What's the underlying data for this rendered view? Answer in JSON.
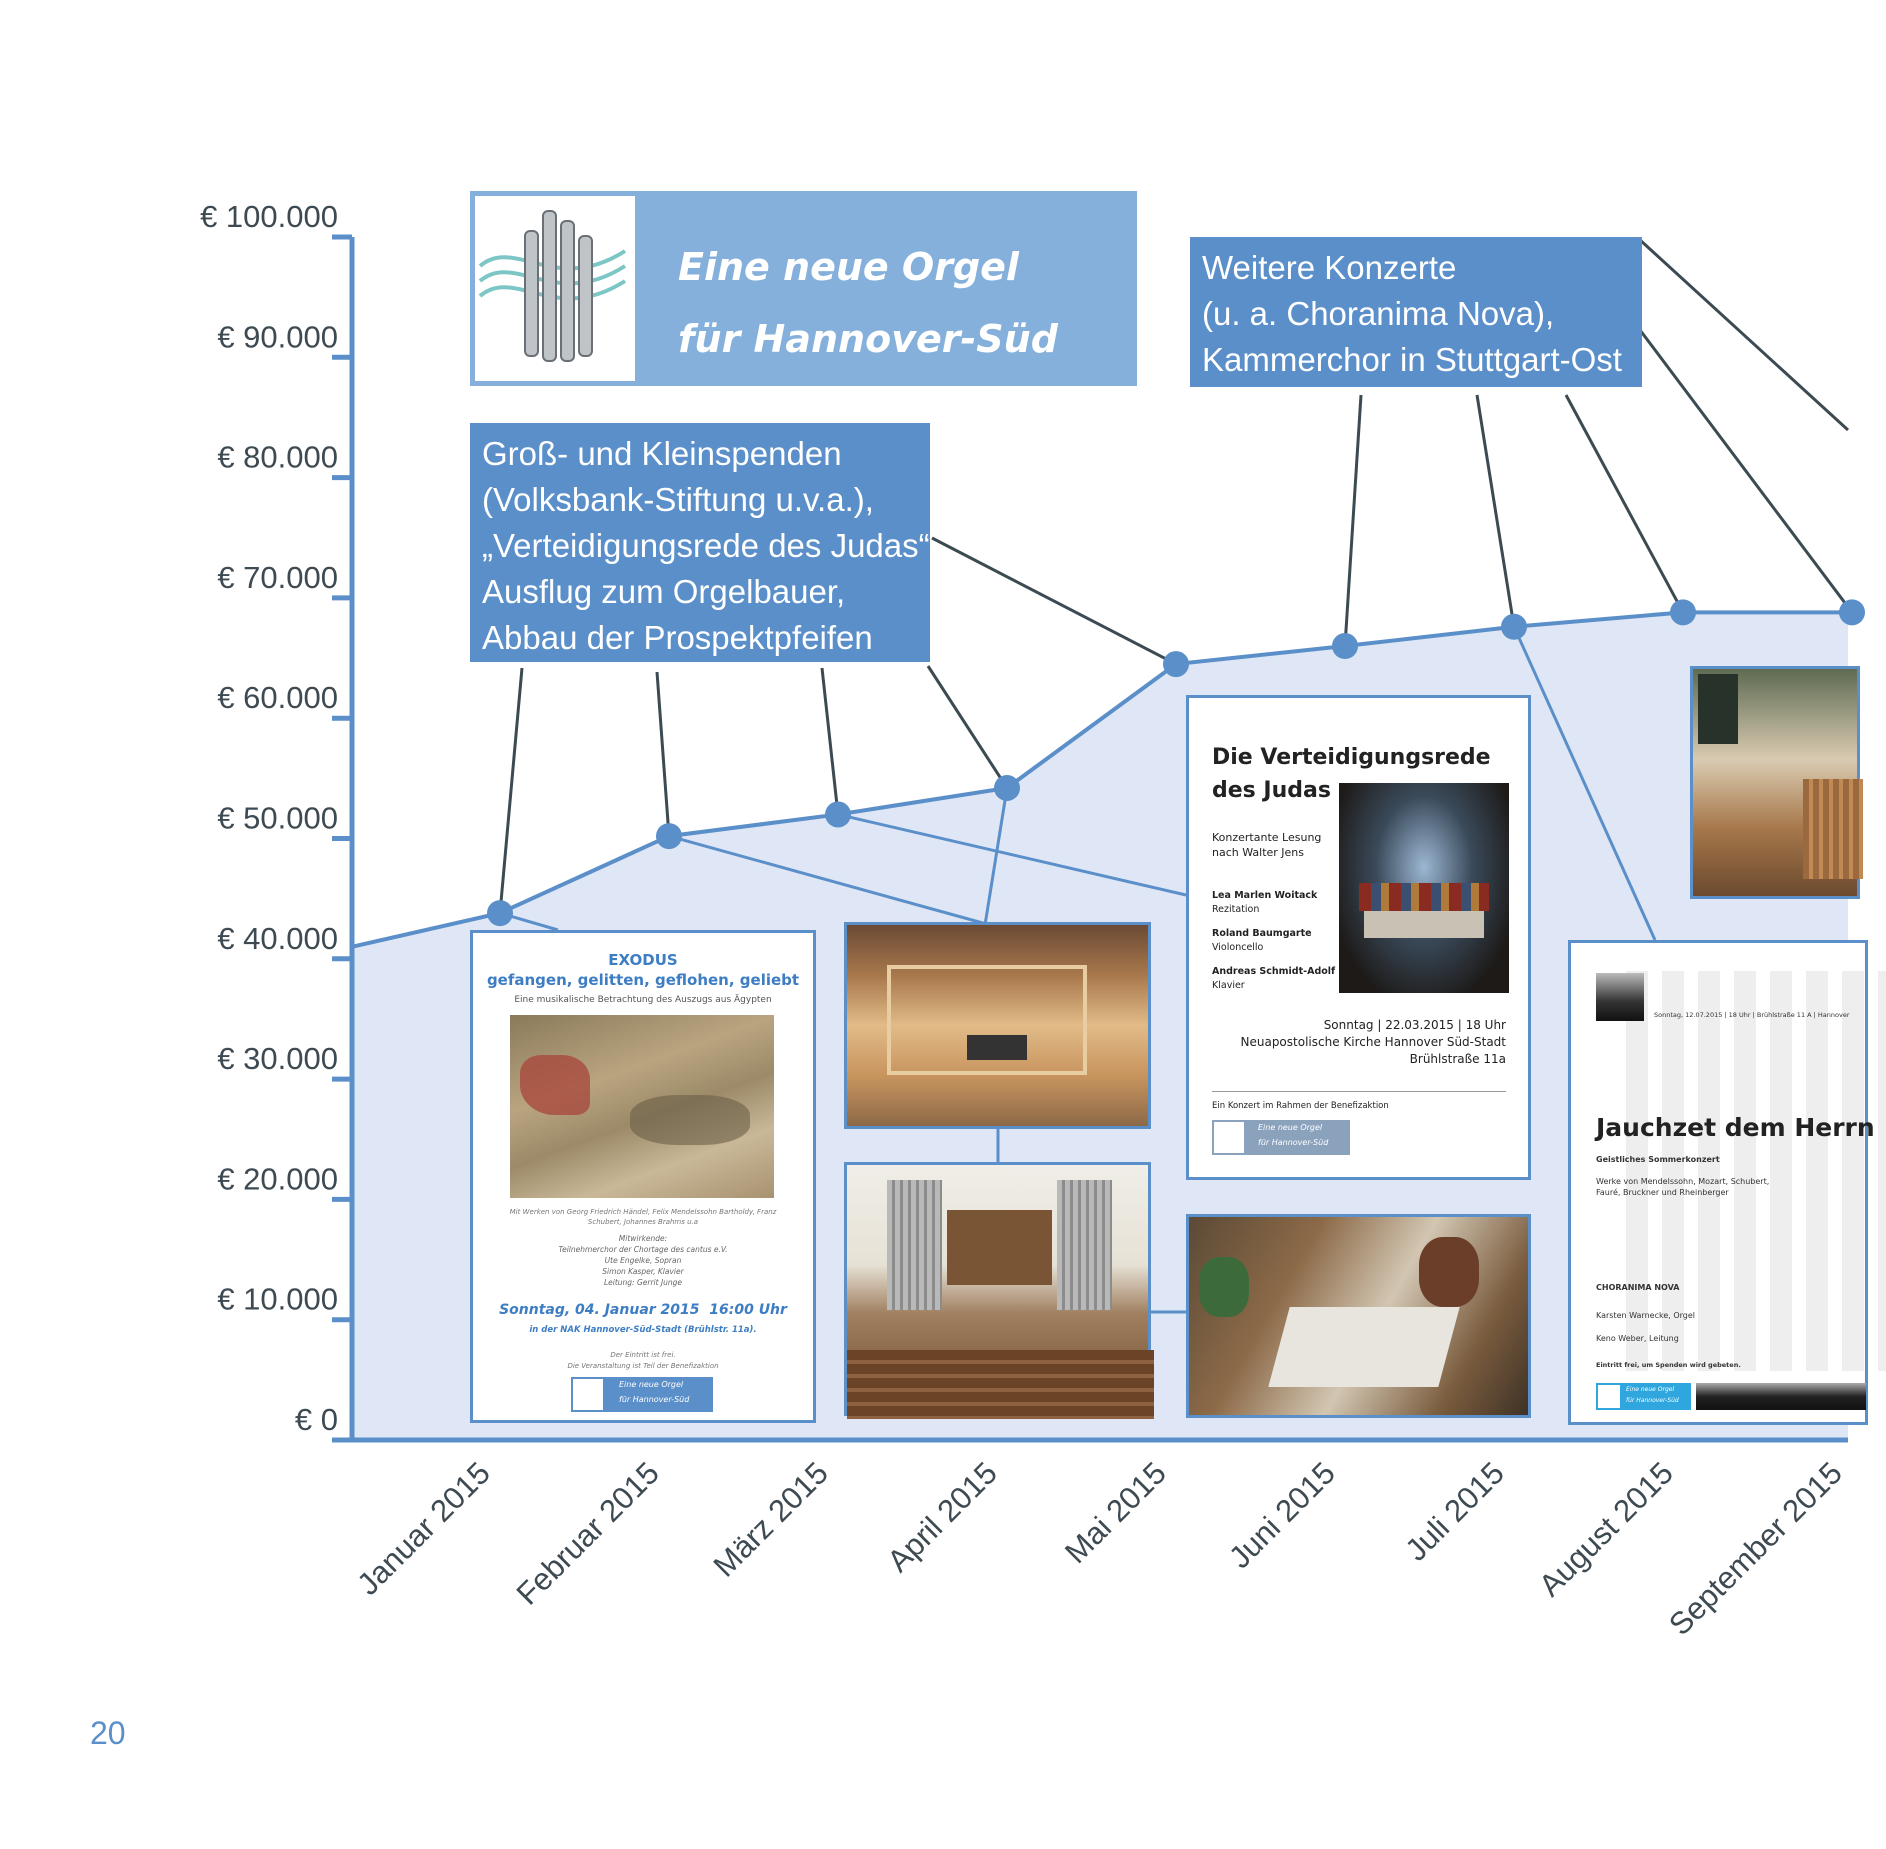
{
  "chart_data": {
    "type": "area",
    "categories": [
      "Januar 2015",
      "Februar 2015",
      "März 2015",
      "April 2015",
      "Mai 2015",
      "Juni 2015",
      "Juli 2015",
      "August 2015",
      "September 2015"
    ],
    "values": [
      43800,
      50200,
      52000,
      54200,
      64500,
      66000,
      67600,
      68800,
      68800
    ],
    "start_value": 41000,
    "ylim": [
      0,
      100000
    ],
    "yticks": [
      "€ 0",
      "€ 10.000",
      "€ 20.000",
      "€ 30.000",
      "€ 40.000",
      "€ 50.000",
      "€ 60.000",
      "€ 70.000",
      "€ 80.000",
      "€ 90.000",
      "€ 100.000"
    ],
    "title": "",
    "xlabel": "",
    "ylabel": "",
    "grid": false,
    "colors": {
      "line": "#5b8fc9",
      "fill": "#dfe7f6",
      "axis": "#5b8fc9",
      "leader": "#3c4a52"
    }
  },
  "title_box": {
    "line1": "Eine neue Orgel",
    "line2": "für Hannover-Süd"
  },
  "callout_left": {
    "lines": [
      "Groß- und Kleinspenden",
      "(Volksbank-Stiftung u.v.a.),",
      "„Verteidigungsrede des Judas“,",
      "Ausflug zum Orgelbauer,",
      "Abbau der Prospektpfeifen"
    ]
  },
  "callout_right": {
    "lines": [
      "Weitere Konzerte",
      "(u. a. Choranima Nova),",
      "Kammerchor in Stuttgart-Ost"
    ]
  },
  "poster_exodus": {
    "title": "EXODUS",
    "subtitle": "gefangen, gelitten, geflohen, geliebt",
    "tagline": "Eine musikalische Betrachtung des Auszugs aus Ägypten",
    "works": "Mit Werken von Georg Friedrich Händel, Felix Mendelssohn Bartholdy, Franz Schubert, Johannes Brahms u.a",
    "performers": [
      "Mitwirkende:",
      "Teilnehmerchor der Chortage des cantus e.V.",
      "Ute Engelke, Sopran",
      "Simon Kasper, Klavier",
      "Leitung: Gerrit Junge"
    ],
    "date": "Sonntag, 04. Januar 2015  16:00 Uhr",
    "place": "in der NAK Hannover-Süd-Stadt (Brühlstr. 11a).",
    "note1": "Der Eintritt ist frei.",
    "note2": "Die Veranstaltung ist Teil der Benefizaktion",
    "logo1": "Eine neue Orgel",
    "logo2": "für Hannover-Süd"
  },
  "poster_judas": {
    "title1": "Die Verteidigungsrede",
    "title2": "des Judas",
    "sub1": "Konzertante Lesung",
    "sub2": "nach Walter Jens",
    "p1": "Lea Marlen Woitack",
    "p1r": "Rezitation",
    "p2": "Roland Baumgarte",
    "p2r": "Violoncello",
    "p3": "Andreas Schmidt-Adolf",
    "p3r": "Klavier",
    "date": "Sonntag | 22.03.2015 | 18 Uhr",
    "place1": "Neuapostolische Kirche Hannover Süd-Stadt",
    "place2": "Brühlstraße 11a",
    "footer": "Ein Konzert im Rahmen der Benefizaktion",
    "logo1": "Eine neue Orgel",
    "logo2": "für Hannover-Süd"
  },
  "poster_jauchzet": {
    "header": "Sonntag, 12.07.2015 | 18 Uhr | Brühlstraße 11 A | Hannover",
    "title": "Jauchzet dem Herrn",
    "subtitle": "Geistliches Sommerkonzert",
    "works1": "Werke von Mendelssohn, Mozart, Schubert,",
    "works2": "Fauré, Bruckner und Rheinberger",
    "choir": "CHORANIMA NOVA",
    "p1": "Karsten Warnecke, Orgel",
    "p2": "Keno Weber, Leitung",
    "note": "Eintritt frei, um Spenden wird gebeten.",
    "logo1": "Eine neue Orgel",
    "logo2": "für Hannover-Süd"
  },
  "page_number": "20"
}
